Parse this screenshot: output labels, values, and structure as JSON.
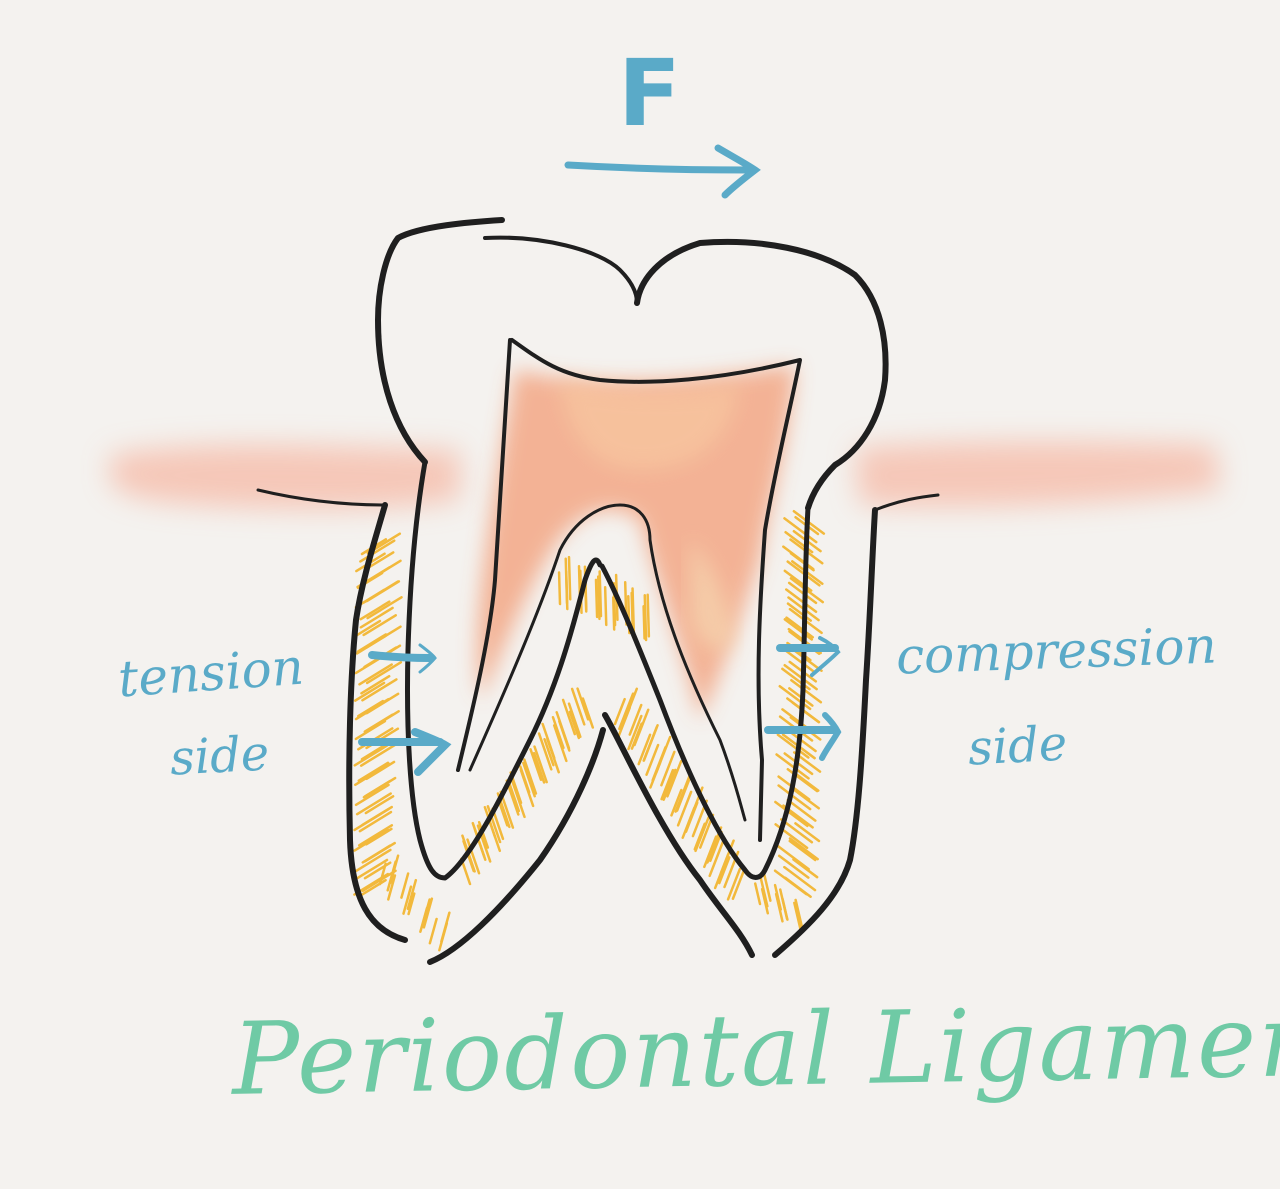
{
  "labels": {
    "force": "F",
    "tension_line1": "tension",
    "tension_line2": "side",
    "compression_line1": "compression",
    "compression_line2": "side",
    "title": "Periodontal Ligament"
  },
  "colors": {
    "background": "#f4f2ef",
    "outline": "#1f1f1f",
    "arrows_text": "#5aaac8",
    "gum": "#f6b9a6",
    "pulp": "#f3a37f",
    "ligament_fibers": "#f2b93c",
    "title": "#6fcaa5"
  }
}
